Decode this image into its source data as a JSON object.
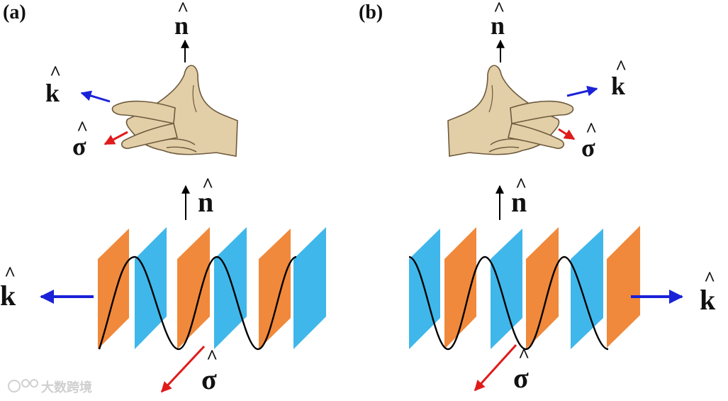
{
  "panels": [
    {
      "label": "(a)",
      "hand_vectors": {
        "n": "n",
        "k": "k",
        "sigma": "σ"
      },
      "wave_vectors": {
        "n": "n",
        "k": "k",
        "sigma": "σ"
      }
    },
    {
      "label": "(b)",
      "hand_vectors": {
        "n": "n",
        "k": "k",
        "sigma": "σ"
      },
      "wave_vectors": {
        "n": "n",
        "k": "k",
        "sigma": "σ"
      }
    }
  ],
  "hat_glyph": "^",
  "watermark": "大数跨境",
  "colors": {
    "orange": "#f0893b",
    "blue": "#3fb7ea",
    "k_arrow": "#1a22d8",
    "sigma_arrow": "#e01b1b",
    "hand_fill": "#e2cfa8",
    "hand_stroke": "#6e5a3c",
    "wave": "#000000"
  },
  "icons": [
    "right-hand-icon",
    "arrow-icon"
  ]
}
